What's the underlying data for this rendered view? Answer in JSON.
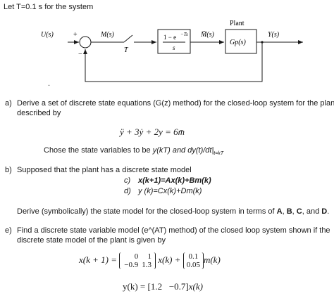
{
  "header": {
    "text": "Let T=0.1 s for the system"
  },
  "diagram": {
    "input_label": "U(s)",
    "plus_sign": "+",
    "minus_sign": "−",
    "sampled_signal_label": "M(s)",
    "sampler_label": "T",
    "zoh_numerator": "1 − e",
    "zoh_exponent": "−Ts",
    "zoh_denominator": "s",
    "zoh_output_label": "M̄(s)",
    "plant_title": "Plant",
    "plant_tf": "Gp(s)",
    "output_label": "Y(s)"
  },
  "dot": ".",
  "part_a": {
    "marker": "a)",
    "text_line1": "Derive a set of discrete state equations (G(z) method) for the closed-loop system for the plant",
    "text_line2": "described by",
    "equation": "ÿ + 3ẏ + 2y = 6m̄",
    "states_prefix": "Chose the state variables to be ",
    "states_vars": "y(kT) and dy(t)/dt|",
    "states_sub": "t=kT"
  },
  "part_b": {
    "marker": "b)",
    "text": "Supposed that the plant has a discrete state model",
    "c_marker": "c)",
    "c_eq": "x(k+1)=Ax(k)+Bm(k)",
    "d_marker": "d)",
    "d_eq": "y (k)=Cx(k)+Dm(k)",
    "derive_prefix": "Derive (symbolically) the state model for the closed-loop system in terms of ",
    "letters": [
      "A",
      "B",
      "C",
      "D"
    ],
    "sep1": ", ",
    "sep2": ", ",
    "sep3": ", and ",
    "end": "."
  },
  "part_e": {
    "marker": "e)",
    "text_line1": "Find a discrete state variable model (e^(AT) method) of the closed loop system shown if the",
    "text_line2": "discrete state model of the plant is given by",
    "state_lhs": "x(k + 1) =",
    "matrix_A": [
      [
        "0",
        "1"
      ],
      [
        "−0.9",
        "1.3"
      ]
    ],
    "state_mid": "x(k) +",
    "matrix_B": [
      [
        "0.1"
      ],
      [
        "0.05"
      ]
    ],
    "state_end": "m(k)",
    "output_lhs": "y(k) = [1.2   −0.7]",
    "output_end": "x(k)"
  }
}
